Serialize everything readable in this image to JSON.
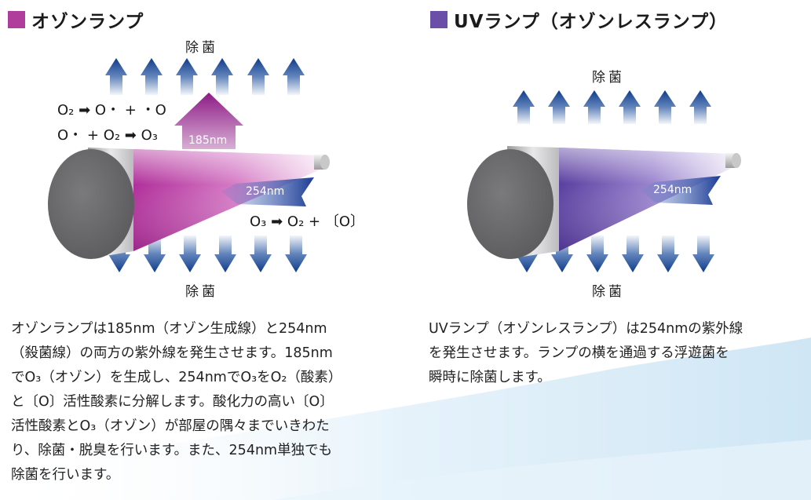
{
  "colors": {
    "ozone_accent": "#b03c9c",
    "uv_accent": "#6a4ea8",
    "arrow_blue": "#1e4f9e",
    "arrow_purple": "#8e1b86",
    "band_blue": "#21439a",
    "lamp_gray": "#6e6e70"
  },
  "ozone": {
    "heading": "オゾンランプ",
    "label_top": "除菌",
    "label_bottom": "除菌",
    "equation_1": "O₂ ➡ O・ + ・O",
    "equation_2": "O・ + O₂ ➡ O₃",
    "equation_3": "O₃ ➡ O₂ + 〔O〕",
    "wavelength_185": "185nm",
    "wavelength_254": "254nm",
    "description_lines": [
      "オゾンランプは185nm（オゾン生成線）と254nm",
      "（殺菌線）の両方の紫外線を発生させます。185nm",
      "でO₃（オゾン）を生成し、254nmでO₃をO₂（酸素）",
      "と〔O〕活性酸素に分解します。酸化力の高い〔O〕",
      "活性酸素とO₃（オゾン）が部屋の隅々までいきわた",
      "り、除菌・脱臭を行います。また、254nm単独でも",
      "除菌を行います。"
    ]
  },
  "uv": {
    "heading": "UVランプ（オゾンレスランプ）",
    "label_top": "除菌",
    "label_bottom": "除菌",
    "wavelength_254": "254nm",
    "description_lines": [
      "UVランプ（オゾンレスランプ）は254nmの紫外線",
      "を発生させます。ランプの横を通過する浮遊菌を",
      "瞬時に除菌します。"
    ]
  }
}
